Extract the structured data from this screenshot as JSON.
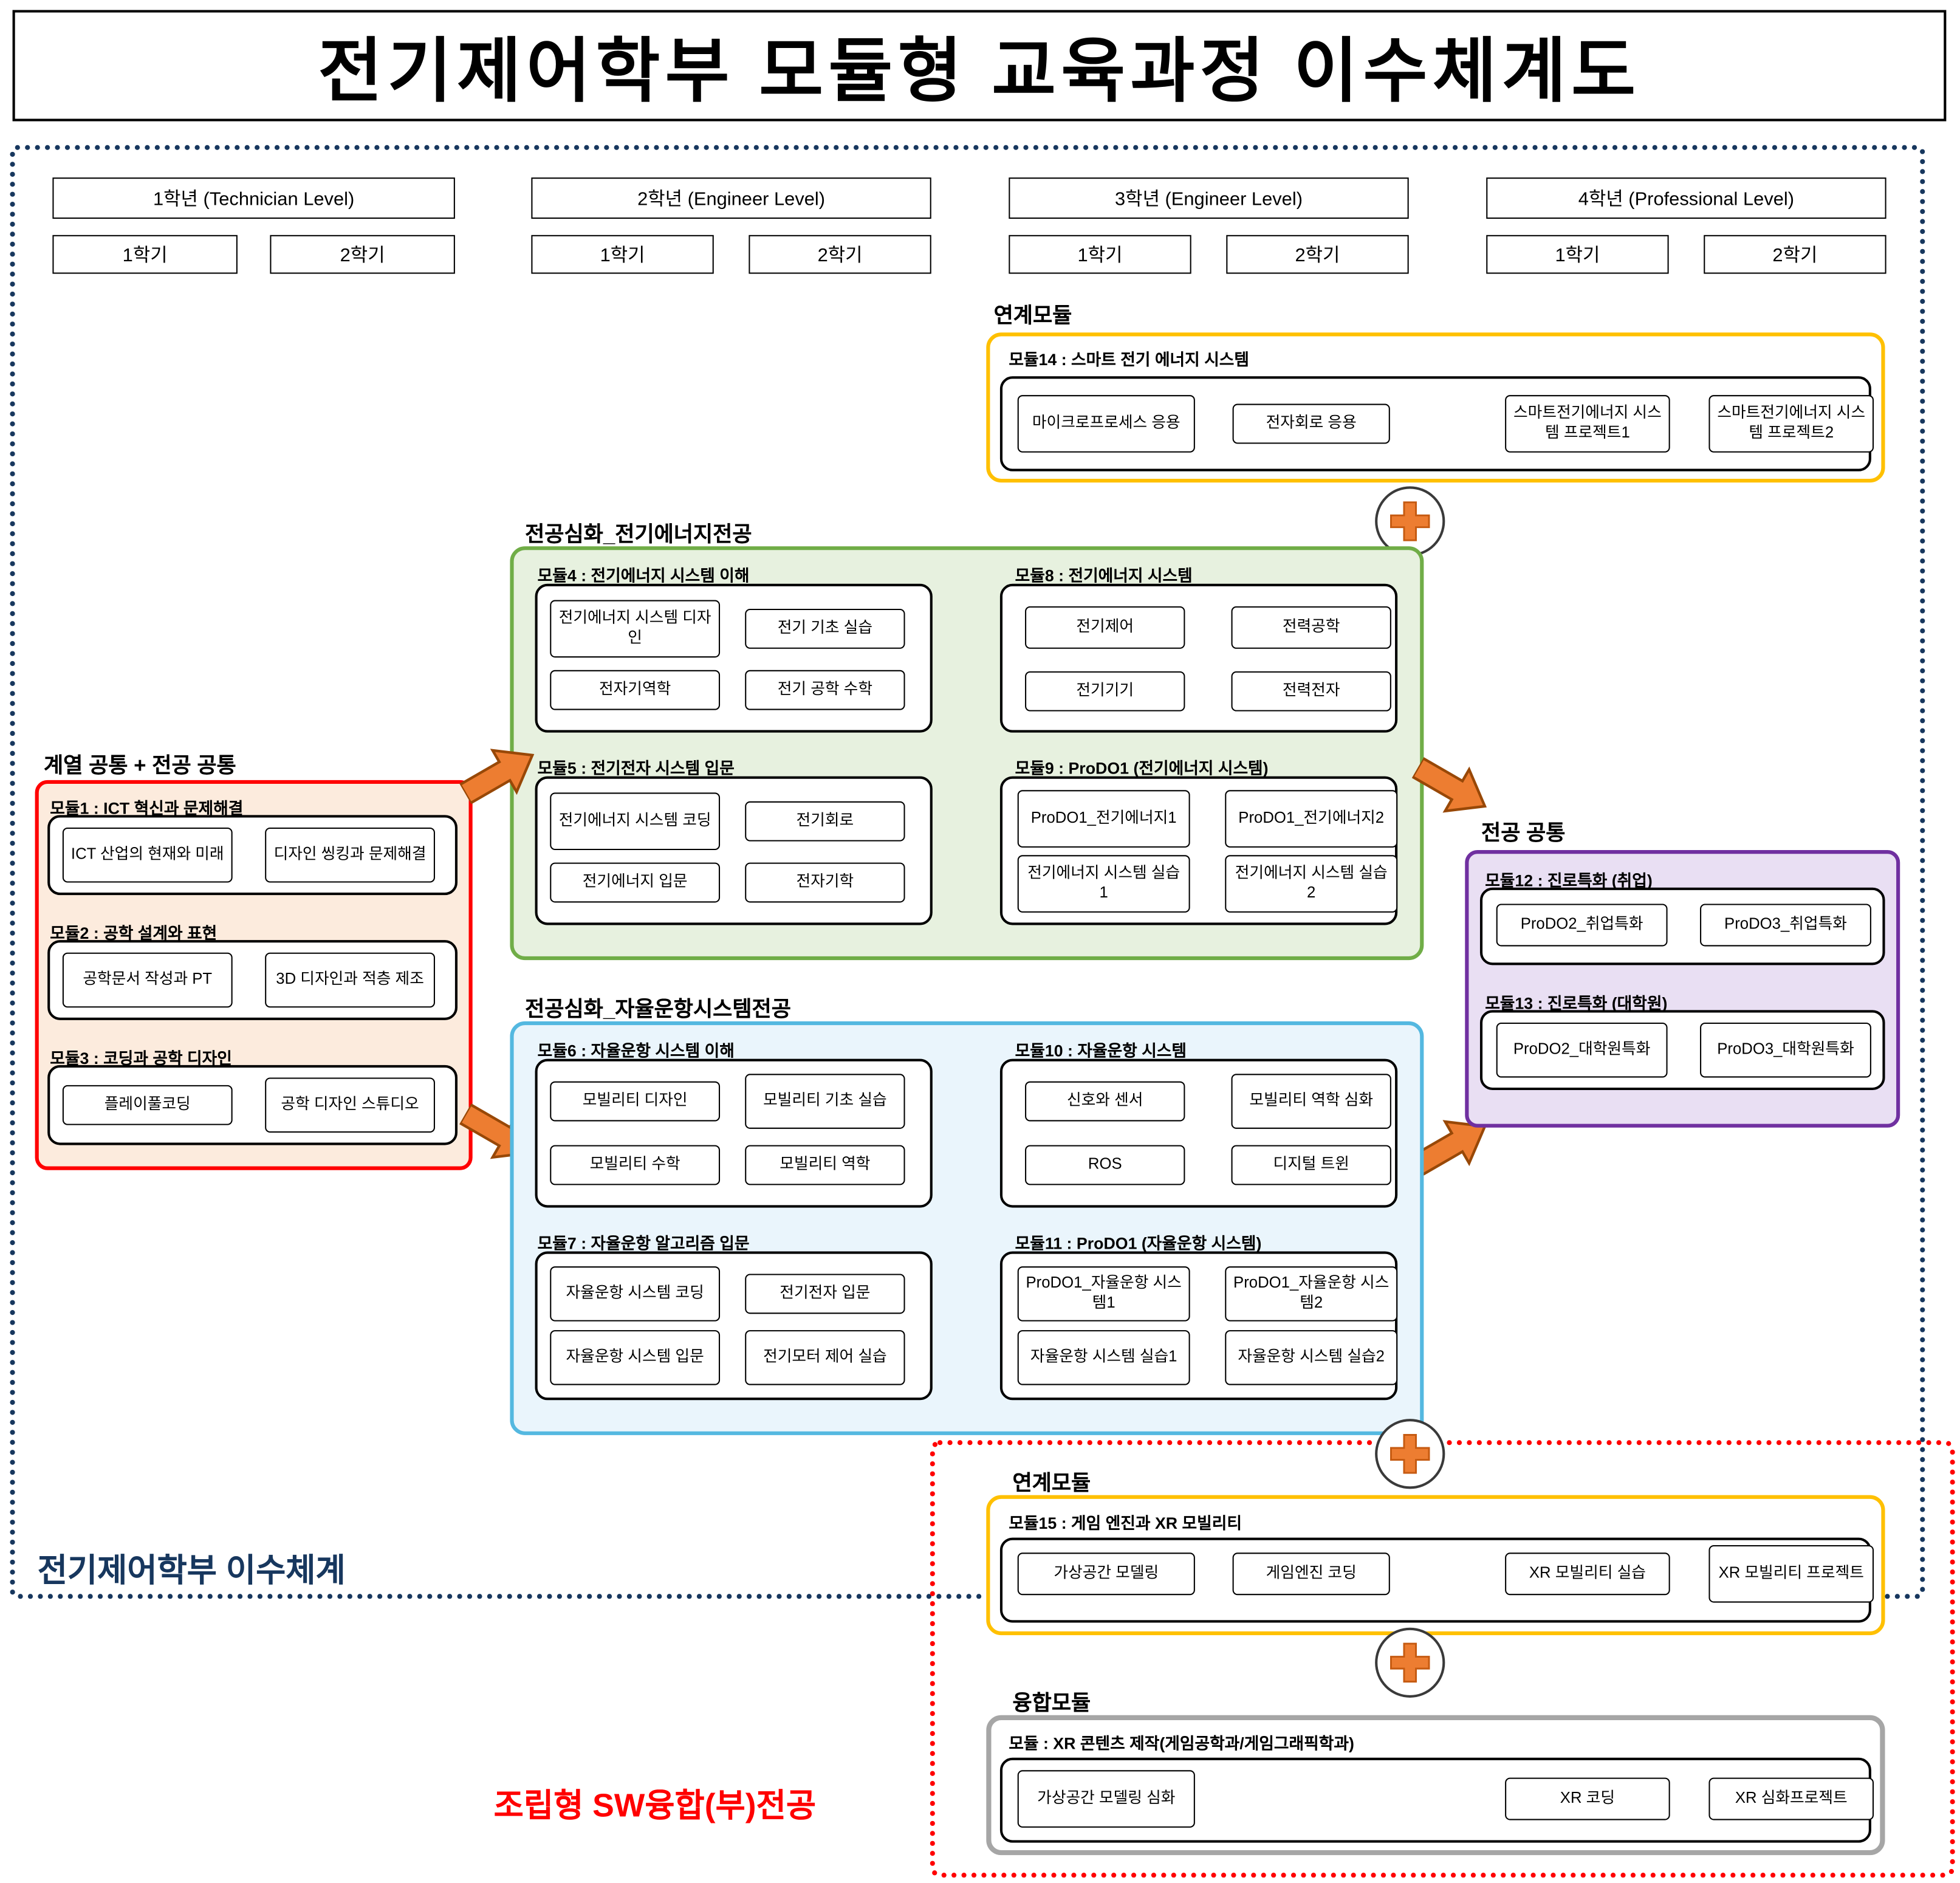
{
  "title": "전기제어학부 모듈형 교육과정 이수체계도",
  "years": [
    {
      "label": "1학년 (Technician Level)",
      "semesters": [
        "1학기",
        "2학기"
      ]
    },
    {
      "label": "2학년 (Engineer Level)",
      "semesters": [
        "1학기",
        "2학기"
      ]
    },
    {
      "label": "3학년 (Engineer Level)",
      "semesters": [
        "1학기",
        "2학기"
      ]
    },
    {
      "label": "4학년 (Professional Level)",
      "semesters": [
        "1학기",
        "2학기"
      ]
    }
  ],
  "labels": {
    "linked_module_top": "연계모듈",
    "energy_track": "전공심화_전기에너지전공",
    "common_track": "계열 공통 + 전공 공통",
    "autonomous_track": "전공심화_자율운항시스템전공",
    "major_common": "전공 공통",
    "linked_module_bottom": "연계모듈",
    "fusion_module": "융합모듈",
    "dept_system": "전기제어학부 이수체계",
    "sw_fusion": "조립형 SW융합(부)전공"
  },
  "modules": {
    "m1": {
      "title": "모듈1 : ICT 혁신과 문제해결",
      "courses": [
        "ICT 산업의 현재와 미래",
        "디자인 씽킹과 문제해결"
      ]
    },
    "m2": {
      "title": "모듈2 : 공학 설계와 표현",
      "courses": [
        "공학문서 작성과 PT",
        "3D 디자인과 적층 제조"
      ]
    },
    "m3": {
      "title": "모듈3 : 코딩과 공학 디자인",
      "courses": [
        "플레이풀코딩",
        "공학 디자인 스튜디오"
      ]
    },
    "m4": {
      "title": "모듈4 : 전기에너지 시스템 이해",
      "courses": [
        "전기에너지 시스템 디자인",
        "전기 기초 실습",
        "전자기역학",
        "전기 공학 수학"
      ]
    },
    "m5": {
      "title": "모듈5 : 전기전자 시스템 입문",
      "courses": [
        "전기에너지 시스템 코딩",
        "전기회로",
        "전기에너지 입문",
        "전자기학"
      ]
    },
    "m6": {
      "title": "모듈6 : 자율운항 시스템 이해",
      "courses": [
        "모빌리티 디자인",
        "모빌리티 기초 실습",
        "모빌리티 수학",
        "모빌리티 역학"
      ]
    },
    "m7": {
      "title": "모듈7 : 자율운항 알고리즘 입문",
      "courses": [
        "자율운항 시스템 코딩",
        "전기전자 입문",
        "자율운항 시스템 입문",
        "전기모터 제어 실습"
      ]
    },
    "m8": {
      "title": "모듈8 : 전기에너지 시스템",
      "courses": [
        "전기제어",
        "전력공학",
        "전기기기",
        "전력전자"
      ]
    },
    "m9": {
      "title": "모듈9 : ProDO1 (전기에너지 시스템)",
      "courses": [
        "ProDO1_전기에너지1",
        "ProDO1_전기에너지2",
        "전기에너지 시스템 실습1",
        "전기에너지 시스템 실습2"
      ]
    },
    "m10": {
      "title": "모듈10 : 자율운항 시스템",
      "courses": [
        "신호와 센서",
        "모빌리티 역학 심화",
        "ROS",
        "디지털 트윈"
      ]
    },
    "m11": {
      "title": "모듈11 : ProDO1 (자율운항 시스템)",
      "courses": [
        "ProDO1_자율운항 시스템1",
        "ProDO1_자율운항 시스템2",
        "자율운항 시스템 실습1",
        "자율운항 시스템 실습2"
      ]
    },
    "m12": {
      "title": "모듈12 : 진로특화 (취업)",
      "courses": [
        "ProDO2_취업특화",
        "ProDO3_취업특화"
      ]
    },
    "m13": {
      "title": "모듈13 : 진로특화 (대학원)",
      "courses": [
        "ProDO2_대학원특화",
        "ProDO3_대학원특화"
      ]
    },
    "m14": {
      "title": "모듈14 : 스마트 전기 에너지 시스템",
      "courses": [
        "마이크로프로세스 응용",
        "전자회로 응용",
        "스마트전기에너지 시스템 프로젝트1",
        "스마트전기에너지 시스템 프로젝트2"
      ]
    },
    "m15": {
      "title": "모듈15 : 게임 엔진과 XR 모빌리티",
      "courses": [
        "가상공간 모델링",
        "게임엔진 코딩",
        "XR 모빌리티 실습",
        "XR 모빌리티 프로젝트"
      ]
    },
    "mxr": {
      "title": "모듈 : XR 콘텐츠 제작(게임공학과/게임그래픽학과)",
      "courses": [
        "가상공간 모델링 심화",
        "XR 코딩",
        "XR 심화프로젝트"
      ]
    }
  },
  "colors": {
    "accent_orange": "#ED7D31",
    "group_red": "#FF0000",
    "group_green": "#70AD47",
    "group_blue": "#54B8E0",
    "group_purple": "#7030A0",
    "group_yellow": "#FFC000",
    "group_gray": "#A6A6A6",
    "outline_navy": "#17375E",
    "outline_red": "#FF0000"
  }
}
